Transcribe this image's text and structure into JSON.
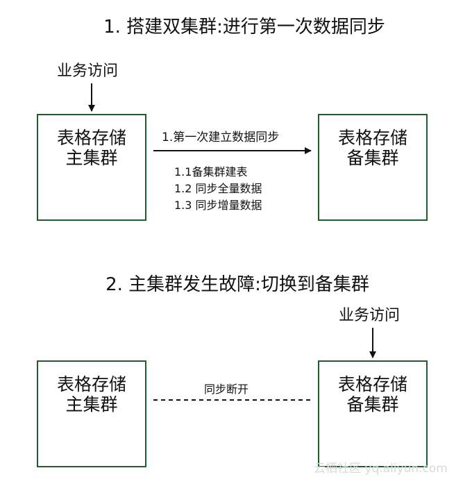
{
  "section1": {
    "title": "1. 搭建双集群:进行第一次数据同步",
    "access_label": "业务访问",
    "primary_box": {
      "line1": "表格存储",
      "line2": "主集群"
    },
    "backup_box": {
      "line1": "表格存储",
      "line2": "备集群"
    },
    "arrow_label": "1.第一次建立数据同步",
    "steps": [
      "1.1备集群建表",
      "1.2 同步全量数据",
      "1.3 同步增量数据"
    ]
  },
  "section2": {
    "title": "2. 主集群发生故障:切换到备集群",
    "access_label": "业务访问",
    "primary_box": {
      "line1": "表格存储",
      "line2": "主集群"
    },
    "backup_box": {
      "line1": "表格存储",
      "line2": "备集群"
    },
    "link_label": "同步断开"
  },
  "watermark": "云栖社区 yq.aliyun.com",
  "colors": {
    "box_border": "#1f5c2a",
    "text": "#111111",
    "watermark": "#d9d9d9"
  }
}
